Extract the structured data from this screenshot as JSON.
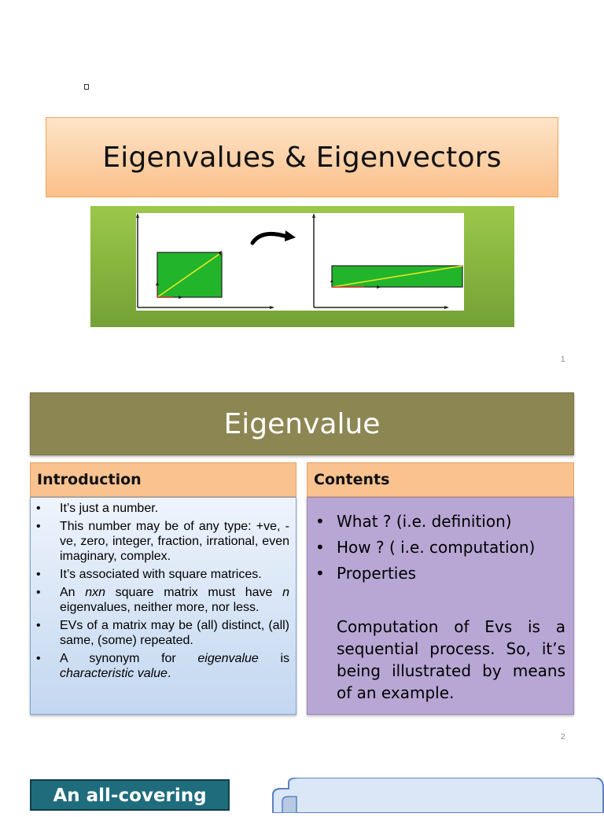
{
  "slide1": {
    "title": "Eigenvalues  & Eigenvectors",
    "page_number": "1"
  },
  "slide2": {
    "title": "Eigenvalue",
    "introduction": {
      "heading": "Introduction",
      "items": [
        [
          "It’s just a number."
        ],
        [
          "This number may be of any type: +ve, -ve, zero, integer, fraction, irrational, even imaginary, complex."
        ],
        [
          "It’s associated with square matrices."
        ],
        [
          "An ",
          "nxn",
          " square matrix must have ",
          "n",
          " eigenvalues, neither more, nor less."
        ],
        [
          "EVs of a matrix may be (all) distinct, (all) same, (some) repeated."
        ],
        [
          "A synonym for ",
          "eigenvalue",
          " is ",
          "characteristic value",
          "."
        ]
      ]
    },
    "contents": {
      "heading": "Contents",
      "items": [
        "What ? (i.e. definition)",
        "How  ? ( i.e. computation)",
        "Properties"
      ],
      "paragraph": "Computation of Evs is a sequential process. So, it’s being illustrated by means of an example."
    },
    "page_number": "2"
  },
  "slide3": {
    "heading": "An all-covering"
  },
  "colors": {
    "title1_bg": "#fbc08a",
    "green_panel": "#8ab83f",
    "olive_title": "#8c8653",
    "intro_bg": "#d6e4f5",
    "contents_bg": "#b8a6d4",
    "teal": "#1f6c7d"
  }
}
